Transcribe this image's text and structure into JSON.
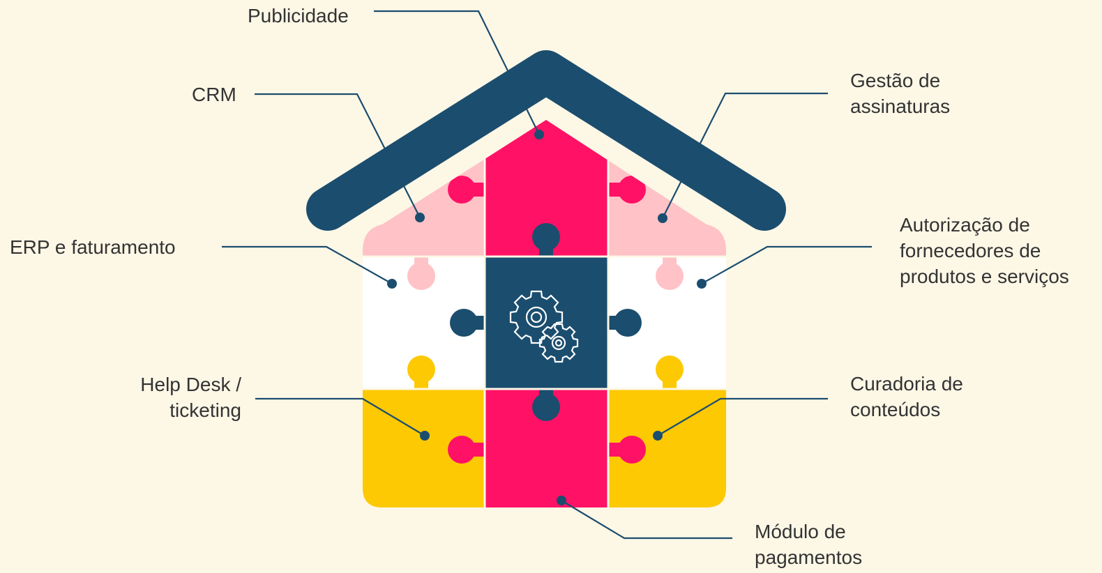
{
  "colors": {
    "background": "#fdf7e6",
    "roof": "#1b4d6e",
    "pink": "#ffc2c7",
    "magenta": "#ff1166",
    "white": "#ffffff",
    "navy": "#1b4d6e",
    "yellow": "#fdc902",
    "leader": "#1b4d6e",
    "text": "#333333"
  },
  "center_icon": "gears-icon",
  "labels": {
    "publicidade": "Publicidade",
    "crm": "CRM",
    "gestao": "Gestão de\nassinaturas",
    "erp": "ERP e faturamento",
    "autorizacao": "Autorização de\nfornecedores de\nprodutos e serviços",
    "helpdesk": "Help Desk /\nticketing",
    "curadoria": "Curadoria de\nconteúdos",
    "modulo": "Módulo de\npagamentos"
  }
}
